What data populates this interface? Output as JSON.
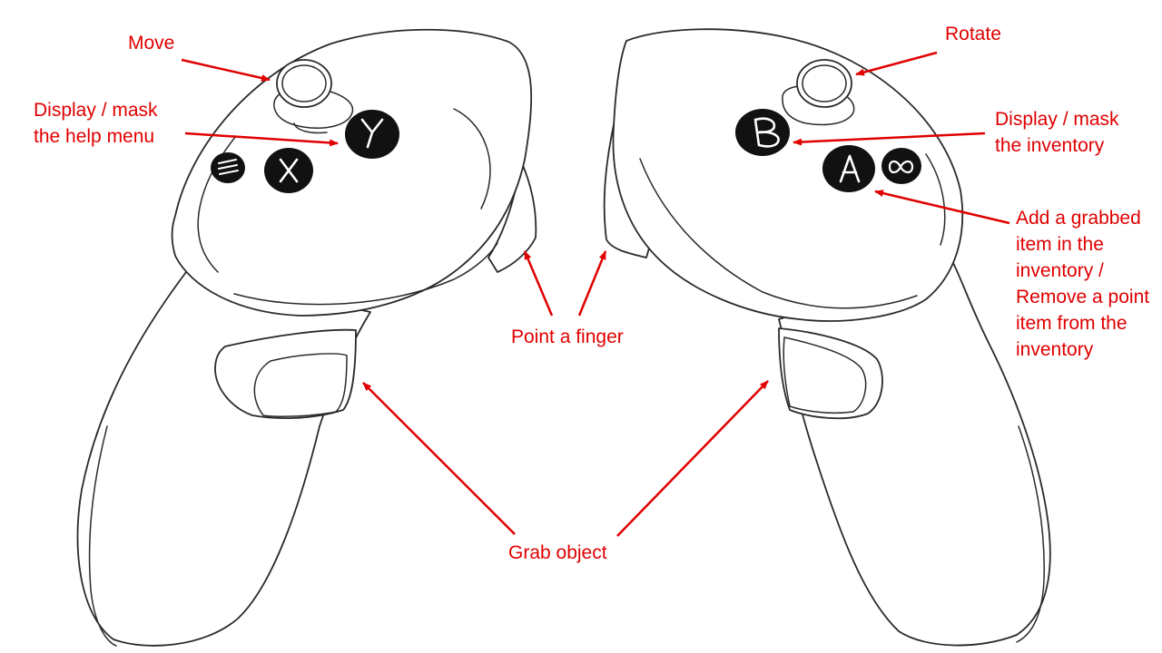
{
  "colors": {
    "annotation": "#e00000",
    "line": "#2a2a2a",
    "button": "#111111"
  },
  "buttons": {
    "left": {
      "y": "Y",
      "x": "X",
      "menu": "menu-icon"
    },
    "right": {
      "b": "B",
      "a": "A",
      "oculus": "oculus-icon"
    }
  },
  "labels": {
    "move": "Move",
    "help_menu": "Display / mask\nthe help menu",
    "point_finger": "Point a finger",
    "grab_object": "Grab object",
    "rotate": "Rotate",
    "inventory": "Display / mask\nthe inventory",
    "add_remove": "Add a grabbed\nitem in the\ninventory /\nRemove a point\nitem from the\ninventory"
  }
}
